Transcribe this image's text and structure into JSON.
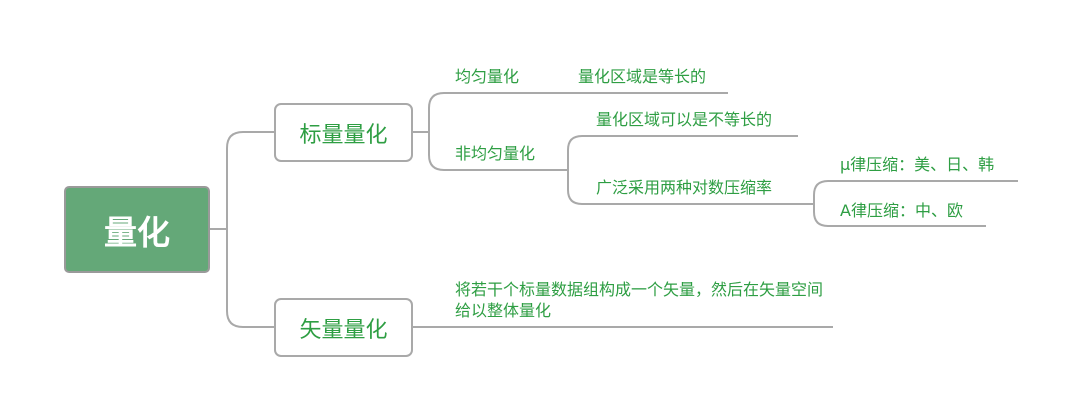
{
  "root": {
    "label": "量化"
  },
  "scalar": {
    "label": "标量量化",
    "uniform": {
      "label": "均匀量化",
      "detail": "量化区域是等长的"
    },
    "nonuniform": {
      "label": "非均匀量化",
      "detail": "量化区域可以是不等长的",
      "log": {
        "label": "广泛采用两种对数压缩率",
        "mu_law": "μ律压缩：美、日、韩",
        "a_law": "A律压缩：中、欧"
      }
    }
  },
  "vector": {
    "label": "矢量量化",
    "detail": "将若干个标量数据组构成一个矢量，然后在矢量空间给以整体量化"
  },
  "colors": {
    "root_fill": "#64a878",
    "text_green": "#2e9e43",
    "connector": "#a9a9a9"
  }
}
